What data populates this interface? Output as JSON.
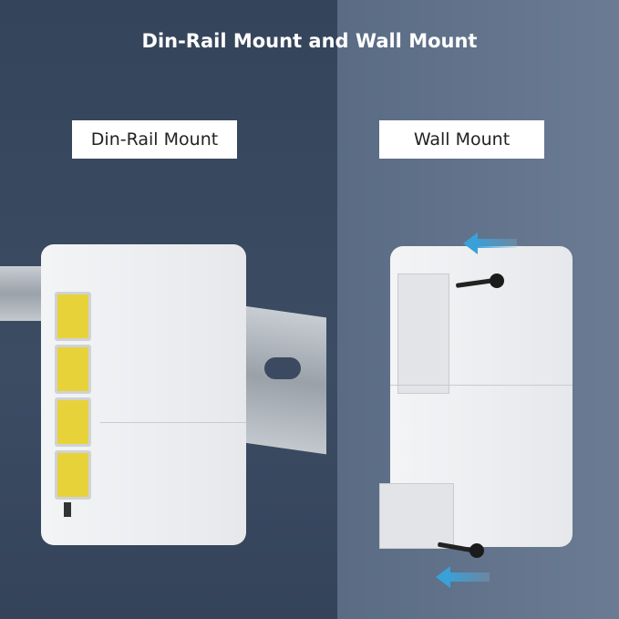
{
  "title": "Din-Rail Mount and Wall Mount",
  "labels": {
    "left": "Din-Rail Mount",
    "right": "Wall Mount"
  },
  "colors": {
    "left_background": "#3b4a60",
    "right_background": "#62738b",
    "port": "#e8d23a",
    "arrow": "#3aa0d8"
  }
}
